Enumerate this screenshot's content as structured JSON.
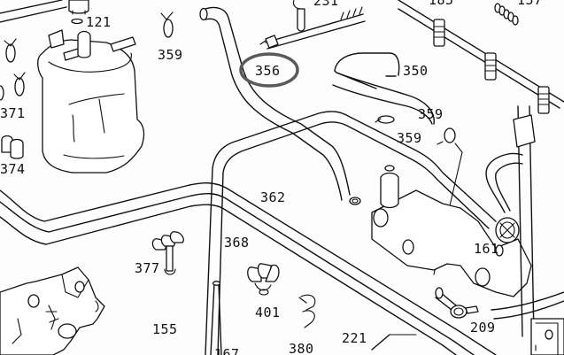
{
  "diagram": {
    "title": "Fuel system parts diagram",
    "highlighted_part": "356",
    "callout_color": "#5a5a5a",
    "line_color": "#111111",
    "labels": [
      {
        "id": "121",
        "text": "121"
      },
      {
        "id": "359a",
        "text": "359"
      },
      {
        "id": "371",
        "text": "371"
      },
      {
        "id": "374",
        "text": "374"
      },
      {
        "id": "231",
        "text": "231"
      },
      {
        "id": "356",
        "text": "356"
      },
      {
        "id": "185",
        "text": "185"
      },
      {
        "id": "157",
        "text": "157"
      },
      {
        "id": "350",
        "text": "350"
      },
      {
        "id": "359b",
        "text": "359"
      },
      {
        "id": "359c",
        "text": "359"
      },
      {
        "id": "362",
        "text": "362"
      },
      {
        "id": "368",
        "text": "368"
      },
      {
        "id": "377",
        "text": "377"
      },
      {
        "id": "401",
        "text": "401"
      },
      {
        "id": "155",
        "text": "155"
      },
      {
        "id": "167",
        "text": "167"
      },
      {
        "id": "380",
        "text": "380"
      },
      {
        "id": "221",
        "text": "221"
      },
      {
        "id": "161",
        "text": "161"
      },
      {
        "id": "209",
        "text": "209"
      }
    ]
  }
}
